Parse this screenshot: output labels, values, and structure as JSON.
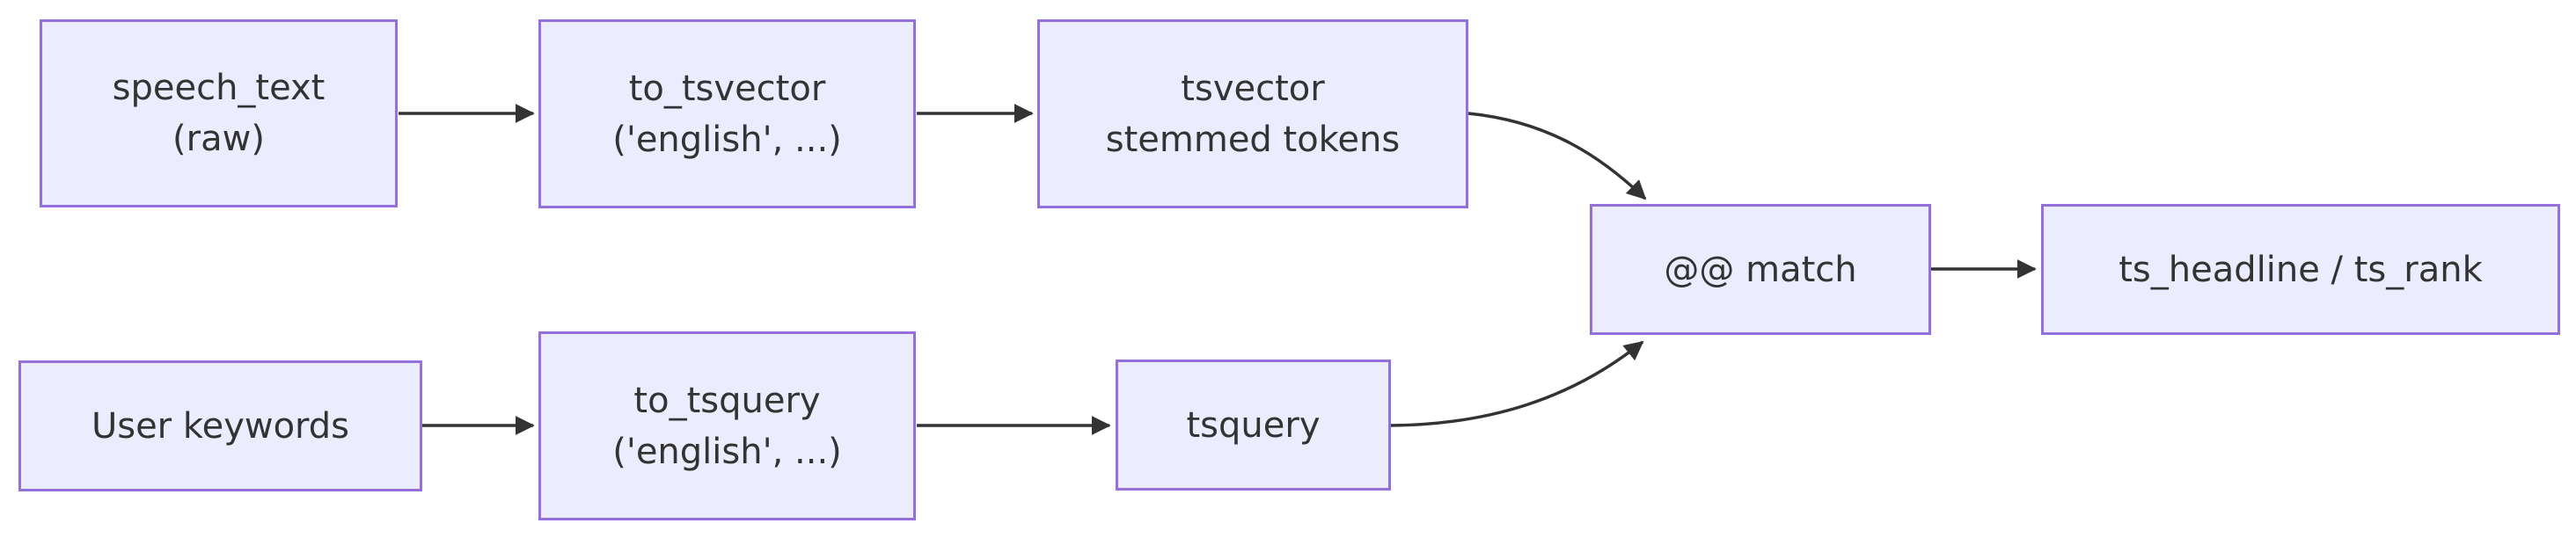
{
  "diagram": {
    "type": "flowchart",
    "direction": "left-to-right",
    "nodes": {
      "speech_text": {
        "lines": [
          "speech_text",
          "(raw)"
        ]
      },
      "to_tsvector": {
        "lines": [
          "to_tsvector",
          "('english', ...)"
        ]
      },
      "tsvector": {
        "lines": [
          "tsvector",
          "stemmed tokens"
        ]
      },
      "match": {
        "lines": [
          "@@ match"
        ]
      },
      "ts_headline": {
        "lines": [
          "ts_headline / ts_rank"
        ]
      },
      "user_keywords": {
        "lines": [
          "User keywords"
        ]
      },
      "to_tsquery": {
        "lines": [
          "to_tsquery",
          "('english', ...)"
        ]
      },
      "tsquery": {
        "lines": [
          "tsquery"
        ]
      }
    },
    "edges": [
      {
        "from": "speech_text",
        "to": "to_tsvector"
      },
      {
        "from": "to_tsvector",
        "to": "tsvector"
      },
      {
        "from": "tsvector",
        "to": "match"
      },
      {
        "from": "user_keywords",
        "to": "to_tsquery"
      },
      {
        "from": "to_tsquery",
        "to": "tsquery"
      },
      {
        "from": "tsquery",
        "to": "match"
      },
      {
        "from": "match",
        "to": "ts_headline"
      }
    ],
    "colors": {
      "node_fill": "#ECECFF",
      "node_border": "#9370DB",
      "node_text": "#333333",
      "edge": "#333333",
      "background": "#FFFFFF"
    }
  }
}
